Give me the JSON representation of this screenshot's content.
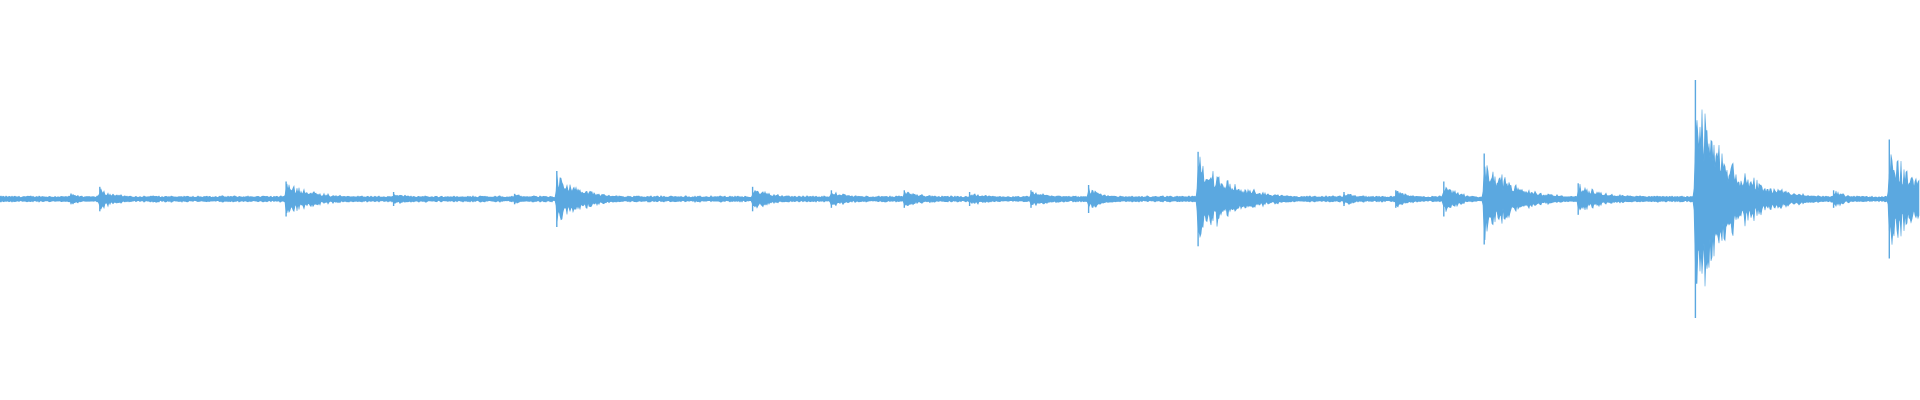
{
  "waveform": {
    "color": "#5ba8e0",
    "background": "#ffffff"
  },
  "chart_data": {
    "type": "area",
    "title": "",
    "xlabel": "",
    "ylabel": "",
    "grid": false,
    "legend": "none",
    "duration": 1.0,
    "ylim": [
      -1,
      1
    ],
    "baseline_amplitude": 0.012,
    "events": [
      {
        "t": 0.037,
        "peak": 0.03,
        "decay": 0.01
      },
      {
        "t": 0.052,
        "peak": 0.07,
        "decay": 0.01
      },
      {
        "t": 0.149,
        "peak": 0.1,
        "decay": 0.018
      },
      {
        "t": 0.205,
        "peak": 0.04,
        "decay": 0.01
      },
      {
        "t": 0.268,
        "peak": 0.03,
        "decay": 0.008
      },
      {
        "t": 0.29,
        "peak": 0.16,
        "decay": 0.014
      },
      {
        "t": 0.392,
        "peak": 0.07,
        "decay": 0.014
      },
      {
        "t": 0.433,
        "peak": 0.05,
        "decay": 0.012
      },
      {
        "t": 0.471,
        "peak": 0.05,
        "decay": 0.014
      },
      {
        "t": 0.505,
        "peak": 0.04,
        "decay": 0.012
      },
      {
        "t": 0.537,
        "peak": 0.05,
        "decay": 0.014
      },
      {
        "t": 0.567,
        "peak": 0.08,
        "decay": 0.008
      },
      {
        "t": 0.624,
        "peak": 0.27,
        "decay": 0.018
      },
      {
        "t": 0.7,
        "peak": 0.04,
        "decay": 0.01
      },
      {
        "t": 0.727,
        "peak": 0.05,
        "decay": 0.01
      },
      {
        "t": 0.752,
        "peak": 0.1,
        "decay": 0.008
      },
      {
        "t": 0.773,
        "peak": 0.26,
        "decay": 0.016
      },
      {
        "t": 0.822,
        "peak": 0.09,
        "decay": 0.016
      },
      {
        "t": 0.883,
        "peak": 0.68,
        "decay": 0.018
      },
      {
        "t": 0.955,
        "peak": 0.05,
        "decay": 0.01
      },
      {
        "t": 0.984,
        "peak": 0.34,
        "decay": 0.016
      }
    ]
  }
}
